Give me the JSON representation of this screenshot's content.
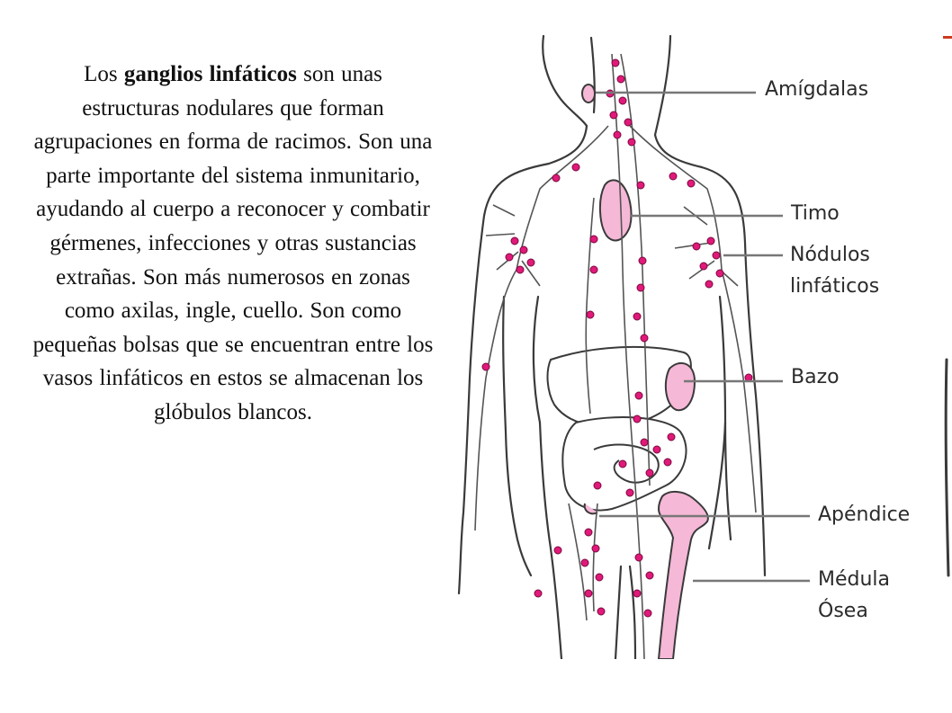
{
  "description": {
    "prefix": "Los ",
    "bold": "ganglios linfáticos",
    "suffix": " son unas estructuras nodulares que forman agrupaciones en forma de racimos. Son una parte importante del sistema inmunitario, ayudando al cuerpo a reconocer y combatir gérmenes, infecciones y otras sustancias extrañas. Son más numerosos en zonas como axilas, ingle, cuello. Son como pequeñas bolsas que se encuentran entre los vasos linfáticos en estos se almacenan los glóbulos blancos."
  },
  "diagram": {
    "labels": {
      "amigdalas": "Amígdalas",
      "timo": "Timo",
      "nodulos_1": "Nódulos",
      "nodulos_2": "linfáticos",
      "bazo": "Bazo",
      "apendice": "Apéndice",
      "medula_1": "Médula",
      "medula_2": "Ósea"
    },
    "colors": {
      "node": "#e0197a",
      "organ": "#f6b8d7",
      "outline": "#3a3a3a",
      "leader": "#777777"
    }
  }
}
